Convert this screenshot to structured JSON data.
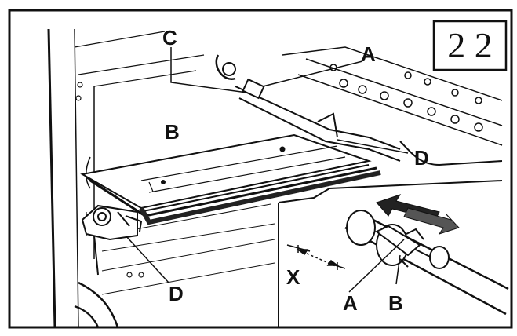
{
  "figure": {
    "badge": "2 2",
    "labels": {
      "c": "C",
      "a_top": "A",
      "b_mid": "B",
      "d_right": "D",
      "d_bottom": "D",
      "x": "X",
      "a_bottom": "A",
      "b_bottom": "B"
    },
    "colors": {
      "ink": "#111111",
      "paper": "#ffffff",
      "shade": "#d9d9d9"
    }
  }
}
